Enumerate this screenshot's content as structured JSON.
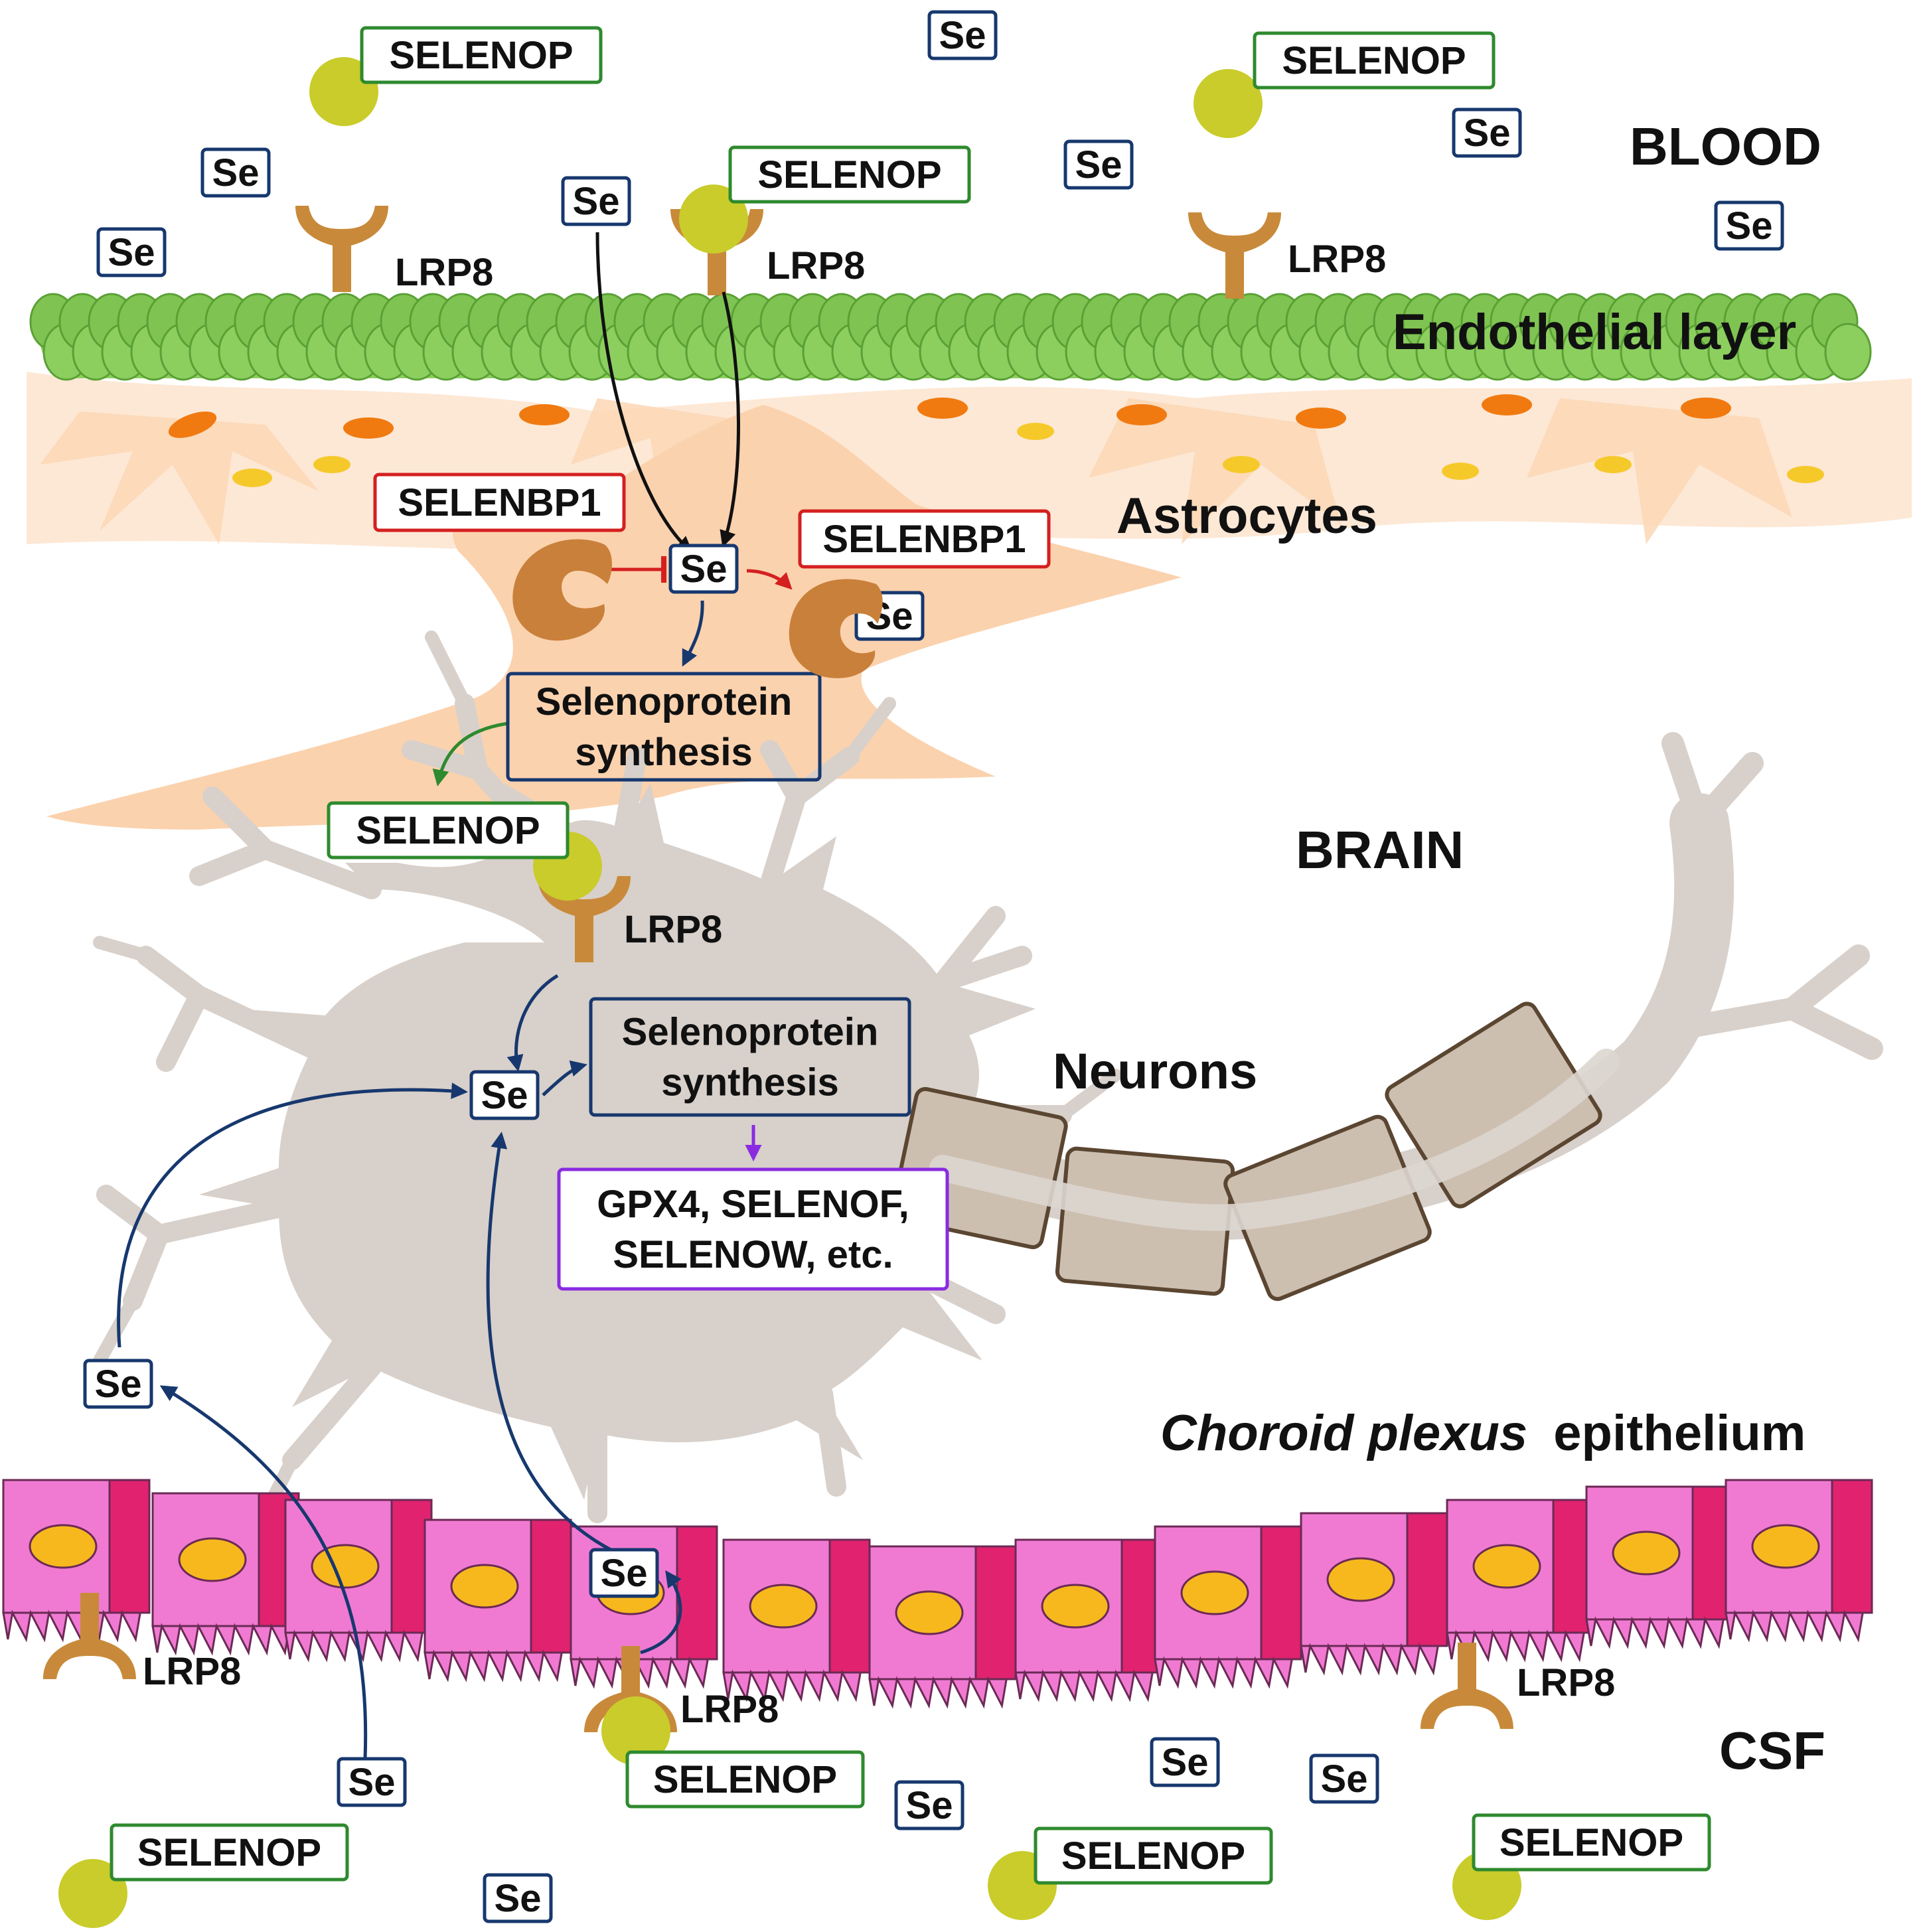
{
  "labels": {
    "blood": "BLOOD",
    "endothelial": "Endothelial layer",
    "astrocytes": "Astrocytes",
    "brain": "BRAIN",
    "neurons": "Neurons",
    "choroid_italic": "Choroid plexus",
    "choroid_rest": "epithelium",
    "csf": "CSF"
  },
  "se": "Se",
  "selenop": "SELENOP",
  "selenbp1": "SELENBP1",
  "lrp8": "LRP8",
  "synthesis": {
    "line1": "Selenoprotein",
    "line2": "synthesis"
  },
  "gpx": {
    "line1": "GPX4, SELENOF,",
    "line2": "SELENOW, etc."
  },
  "colors": {
    "se_border": "#17386e",
    "selenop_border": "#2e8a2e",
    "selenbp1_border": "#d42020",
    "gpx_border": "#8a2be2",
    "endothelium": "#8ccf5f",
    "astrocyte": "#fbd7b5",
    "neuron": "#d8d0ca",
    "myelin": "#cdbfb0",
    "choroid": "#f07ad2",
    "receptor": "#c88a3a",
    "selenop_ball": "#c9cc2a"
  }
}
